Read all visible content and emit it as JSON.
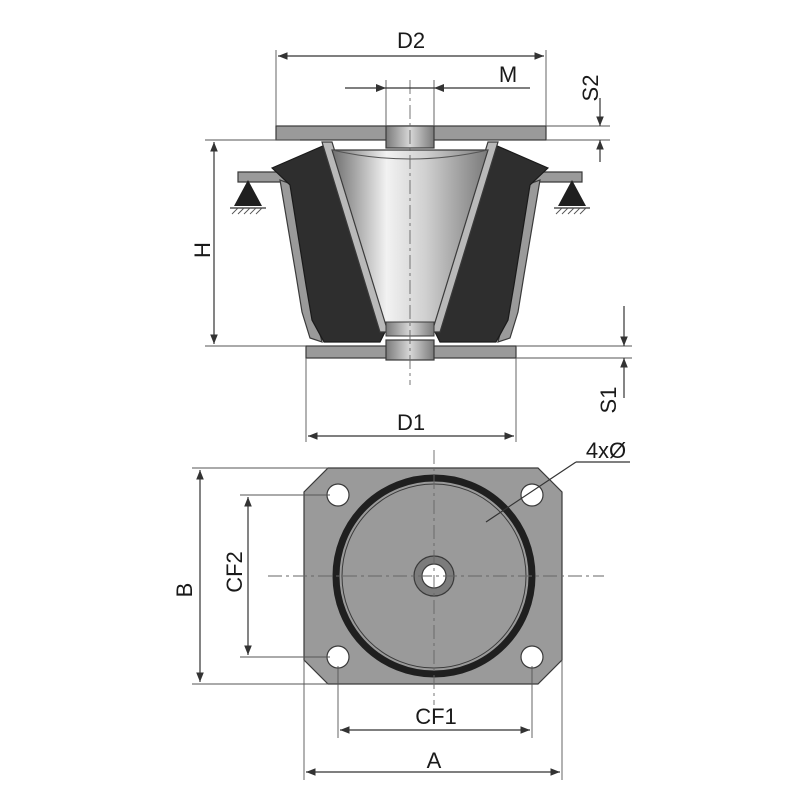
{
  "labels": {
    "d2": "D2",
    "m": "M",
    "s2": "S2",
    "h": "H",
    "s1": "S1",
    "d1": "D1",
    "holes": "4xØ",
    "cf2": "CF2",
    "b": "B",
    "cf1": "CF1",
    "a": "A"
  },
  "colors": {
    "metal": "#9a9a9a",
    "rubber": "#2e2e2e",
    "line": "#333333"
  }
}
